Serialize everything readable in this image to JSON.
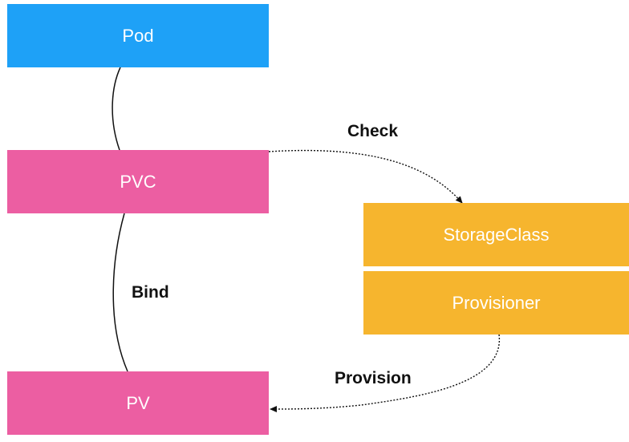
{
  "nodes": {
    "pod": "Pod",
    "pvc": "PVC",
    "pv": "PV",
    "storage_class": "StorageClass",
    "provisioner": "Provisioner"
  },
  "edges": {
    "check": "Check",
    "bind": "Bind",
    "provision": "Provision"
  },
  "colors": {
    "pod": "#1ea1f7",
    "claim_volume": "#ec5ea2",
    "storage": "#f6b52e"
  }
}
